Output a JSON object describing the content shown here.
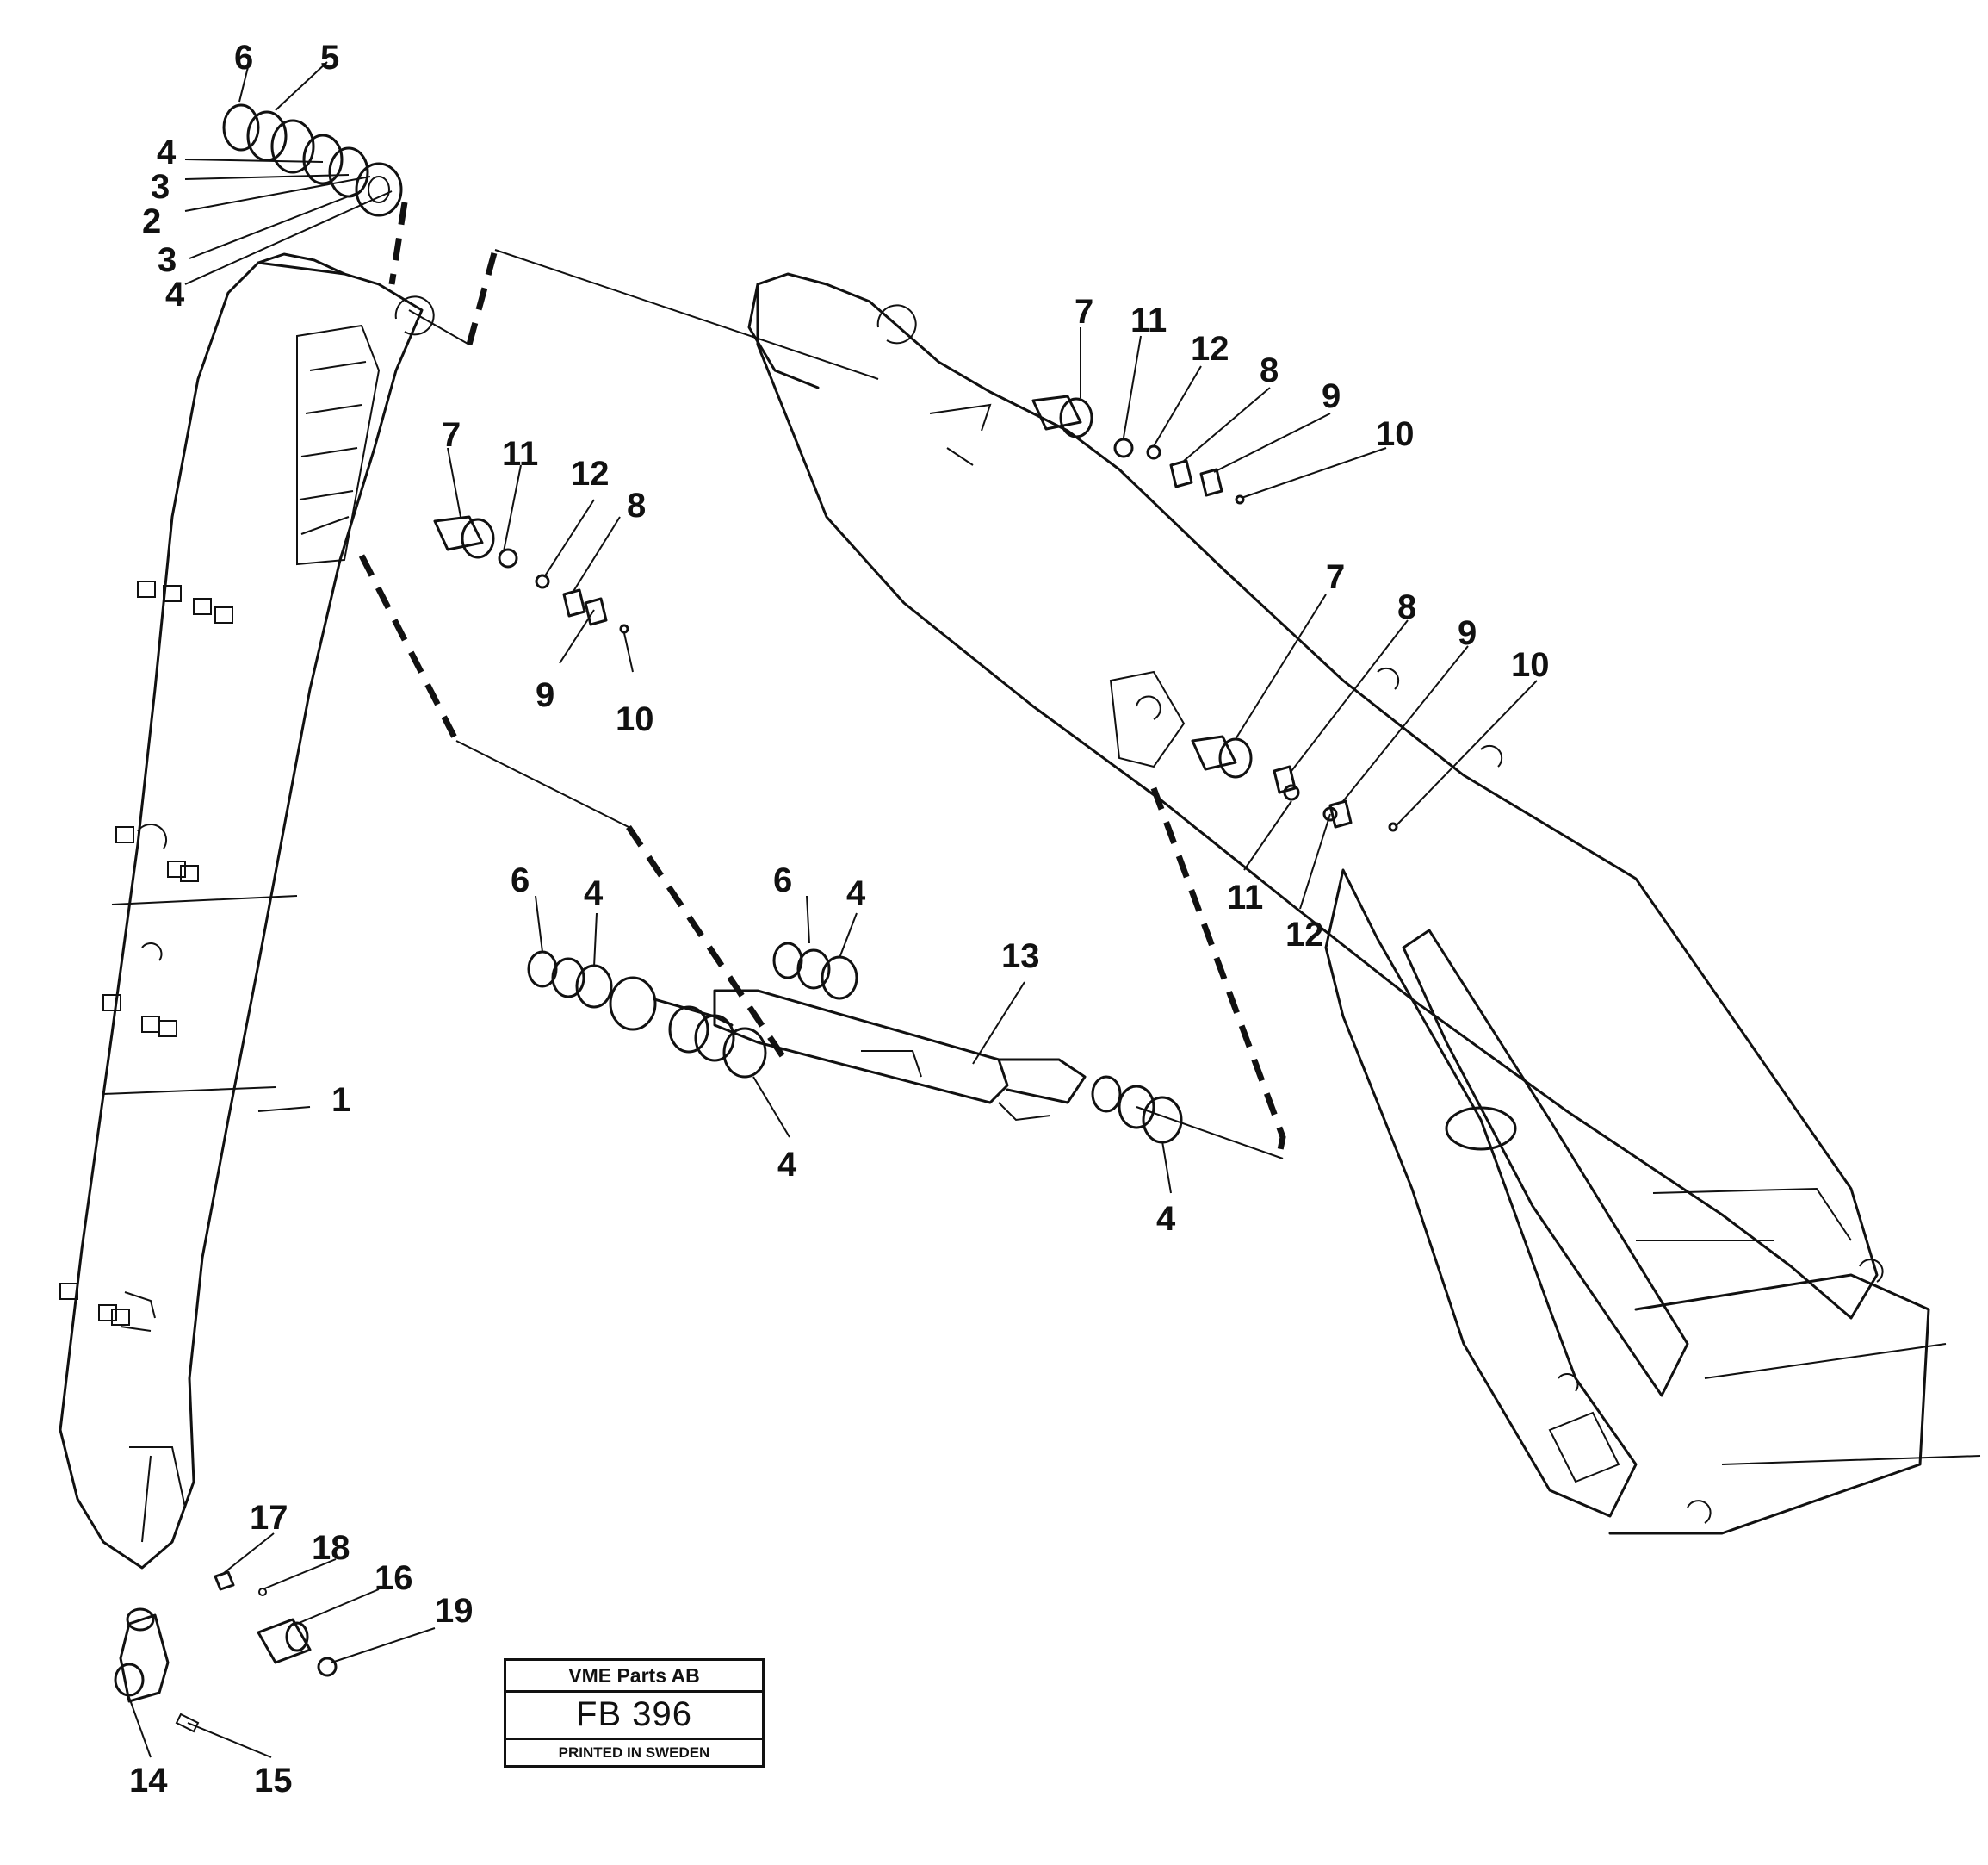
{
  "title_block": {
    "company": "VME Parts AB",
    "code": "FB 396",
    "printed": "PRINTED IN SWEDEN"
  },
  "callouts": [
    "1",
    "2",
    "3",
    "3",
    "4",
    "4",
    "4",
    "4",
    "4",
    "4",
    "5",
    "6",
    "6",
    "6",
    "7",
    "7",
    "7",
    "8",
    "8",
    "8",
    "9",
    "9",
    "9",
    "10",
    "10",
    "10",
    "11",
    "11",
    "11",
    "12",
    "12",
    "12",
    "13",
    "14",
    "15",
    "16",
    "17",
    "18",
    "19"
  ]
}
